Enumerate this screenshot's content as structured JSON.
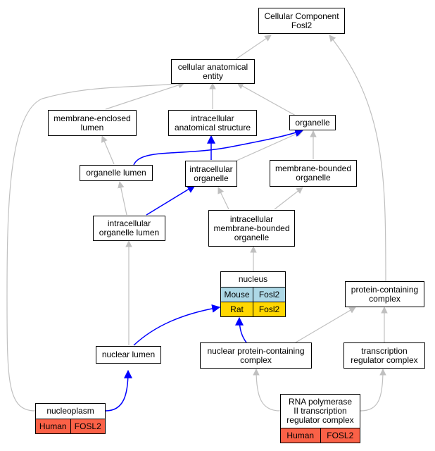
{
  "colors": {
    "grey_edge": "#c0c0c0",
    "blue_edge": "#0000ff",
    "mouse": "#add8e6",
    "rat": "#ffd700",
    "human": "#fa6147"
  },
  "nodes": {
    "root": "Cellular Component\nFosl2",
    "cellular_anatomical_entity": "cellular anatomical\nentity",
    "membrane_enclosed_lumen": "membrane-enclosed\nlumen",
    "intracellular_anatomical_structure": "intracellular\nanatomical structure",
    "organelle": "organelle",
    "organelle_lumen": "organelle lumen",
    "intracellular_organelle": "intracellular\norganelle",
    "membrane_bounded_organelle": "membrane-bounded\norganelle",
    "intracellular_organelle_lumen": "intracellular\norganelle lumen",
    "intracellular_membrane_bounded_organelle": "intracellular\nmembrane-bounded\norganelle",
    "nucleus": "nucleus",
    "protein_containing_complex": "protein-containing\ncomplex",
    "nuclear_lumen": "nuclear lumen",
    "nuclear_protein_containing_complex": "nuclear protein-containing\ncomplex",
    "transcription_regulator_complex": "transcription\nregulator complex",
    "nucleoplasm": "nucleoplasm",
    "rna_pol_ii_complex": "RNA polymerase\nII transcription\nregulator complex"
  },
  "annotations": {
    "nucleus_mouse": [
      "Mouse",
      "Fosl2"
    ],
    "nucleus_rat": [
      "Rat",
      "Fosl2"
    ],
    "nucleoplasm_human": [
      "Human",
      "FOSL2"
    ],
    "rna_pol_human": [
      "Human",
      "FOSL2"
    ]
  }
}
